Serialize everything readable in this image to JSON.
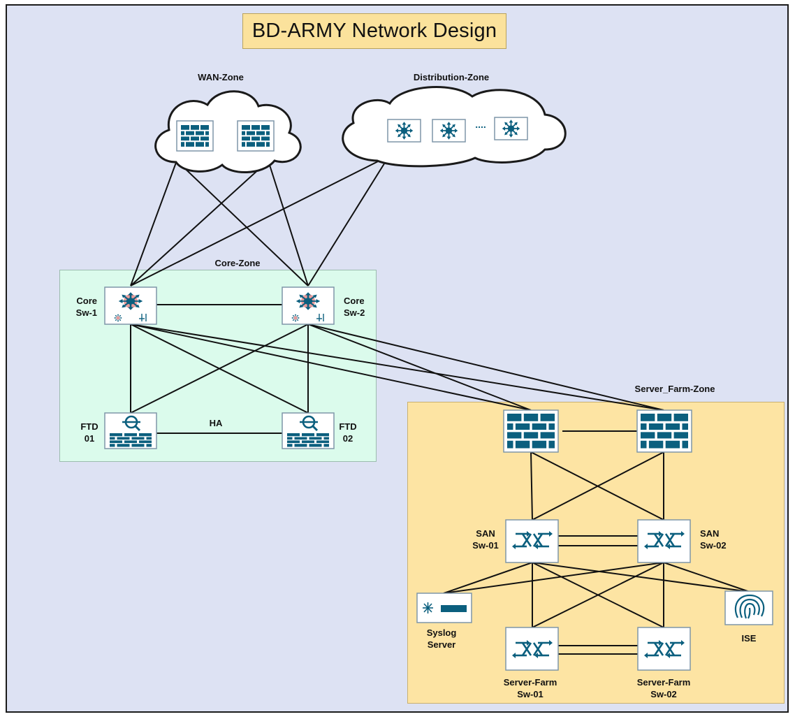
{
  "title": "BD-ARMY Network Design",
  "zones": {
    "wan": "WAN-Zone",
    "distribution": "Distribution-Zone",
    "core": "Core-Zone",
    "server_farm": "Server_Farm-Zone"
  },
  "devices": {
    "core_sw1": [
      "Core",
      "Sw-1"
    ],
    "core_sw2": [
      "Core",
      "Sw-2"
    ],
    "ftd01": [
      "FTD",
      "01"
    ],
    "ftd02": [
      "FTD",
      "02"
    ],
    "san_sw01": [
      "SAN",
      "Sw-01"
    ],
    "san_sw02": [
      "SAN",
      "Sw-02"
    ],
    "syslog": [
      "Syslog",
      "Server"
    ],
    "ise": "ISE",
    "sf_sw01": [
      "Server-Farm",
      "Sw-01"
    ],
    "sf_sw02": [
      "Server-Farm",
      "Sw-02"
    ]
  },
  "links": {
    "ha": "HA"
  },
  "distribution_ellipsis": "....",
  "colors": {
    "frame_bg": "#dde2f3",
    "title_bg": "#fbe29c",
    "core_zone_bg": "#dbfbec",
    "server_zone_bg": "#fde4a3",
    "icon_blue": "#0b5f7e",
    "core_hub": "#e79b9b"
  }
}
